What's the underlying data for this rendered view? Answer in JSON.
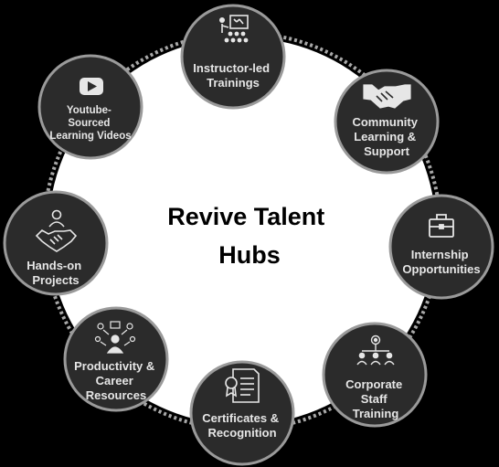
{
  "center": {
    "lines": [
      "Revive Talent",
      "Hubs"
    ]
  },
  "nodes": [
    {
      "id": "instructor",
      "icon": "presentation-icon",
      "lines": [
        "Instructor-led",
        "Trainings"
      ]
    },
    {
      "id": "community",
      "icon": "handshake-icon",
      "lines": [
        "Community",
        "Learning &",
        "Support"
      ]
    },
    {
      "id": "internship",
      "icon": "briefcase-icon",
      "lines": [
        "Internship",
        "Opportunities"
      ]
    },
    {
      "id": "corporate",
      "icon": "team-network-icon",
      "lines": [
        "Corporate",
        "Staff",
        "Training"
      ]
    },
    {
      "id": "certificates",
      "icon": "certificate-icon",
      "lines": [
        "Certificates &",
        "Recognition"
      ]
    },
    {
      "id": "productivity",
      "icon": "productivity-icon",
      "lines": [
        "Productivity &",
        "Career",
        "Resources"
      ]
    },
    {
      "id": "handson",
      "icon": "person-handshake-icon",
      "lines": [
        "Hands-on",
        "Projects"
      ]
    },
    {
      "id": "youtube",
      "icon": "youtube-icon",
      "lines": [
        "Youtube-",
        "Sourced",
        "Learning Videos"
      ]
    }
  ],
  "colors": {
    "background": "#000000",
    "node_fill": "#2b2b2b",
    "node_stroke": "#9a9a9a",
    "ring": "#a8a8a8",
    "center_fill": "#ffffff",
    "text": "#e6e6e6"
  }
}
